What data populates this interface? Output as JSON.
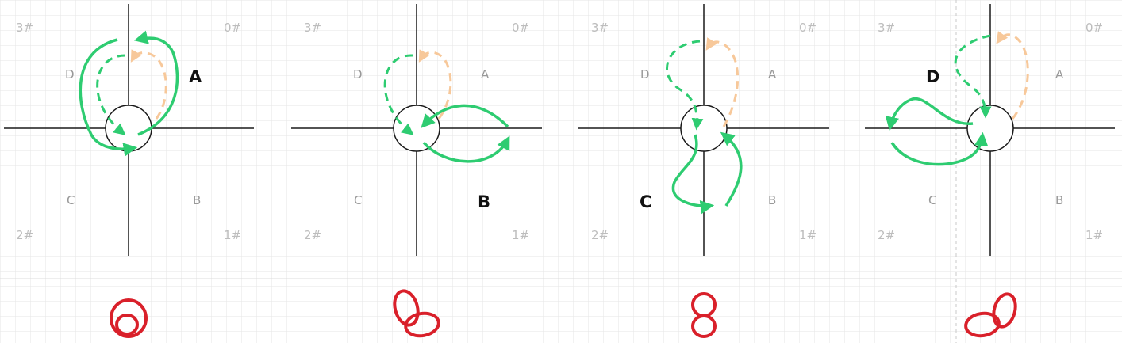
{
  "colors": {
    "grid": "#e6e6e6",
    "axis": "#1a1a1a",
    "faint_label": "#bdbdbd",
    "quad_label": "#999999",
    "active_path": "#2ecc71",
    "ghost_path": "#f7c89a",
    "shape": "#d9202a",
    "active_label": "#111111"
  },
  "panels": [
    {
      "active": "A",
      "corners": [
        "3#",
        "0#",
        "2#",
        "1#"
      ],
      "quadrants": {
        "A": "A",
        "B": "B",
        "C": "C",
        "D": "D"
      }
    },
    {
      "active": "B",
      "corners": [
        "3#",
        "0#",
        "2#",
        "1#"
      ],
      "quadrants": {
        "A": "A",
        "B": "B",
        "C": "C",
        "D": "D"
      }
    },
    {
      "active": "C",
      "corners": [
        "3#",
        "0#",
        "2#",
        "1#"
      ],
      "quadrants": {
        "A": "A",
        "B": "B",
        "C": "C",
        "D": "D"
      }
    },
    {
      "active": "D",
      "corners": [
        "3#",
        "0#",
        "2#",
        "1#"
      ],
      "quadrants": {
        "A": "A",
        "B": "B",
        "C": "C",
        "D": "D"
      }
    }
  ]
}
